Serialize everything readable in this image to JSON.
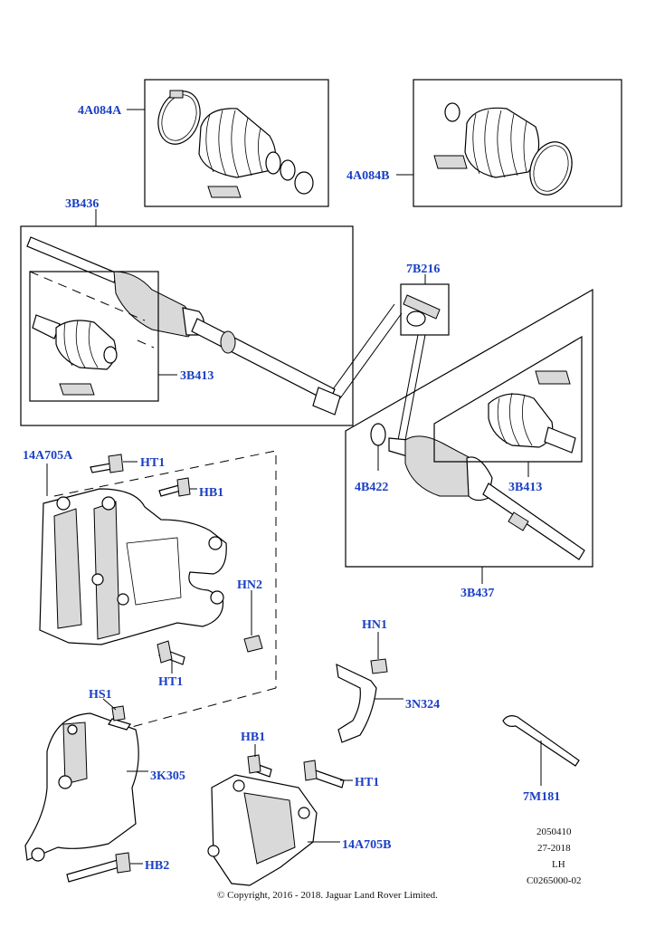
{
  "callouts": {
    "cv_boot_kit_a": "4A084A",
    "cv_boot_kit_b": "4A084B",
    "halfshaft_left": "3B436",
    "grease": "7B216",
    "inner_joint_left": "3B413",
    "inner_joint_right": "3B413",
    "circlip": "4B422",
    "halfshaft_right": "3B437",
    "bracket_a": "14A705A",
    "bolt_ht1_top": "HT1",
    "bolt_hb1_top": "HB1",
    "nut_hn2": "HN2",
    "bolt_ht1_mid": "HT1",
    "nut_hn1": "HN1",
    "heat_shield": "3N324",
    "stud_hs1": "HS1",
    "support_bracket": "3K305",
    "bolt_hb1_lower": "HB1",
    "bolt_ht1_lower": "HT1",
    "bracket_b": "14A705B",
    "bolt_hb2": "HB2",
    "cable_tie": "7M181"
  },
  "meta": {
    "code": "2050410",
    "date": "27-2018",
    "side": "LH",
    "ref": "C0265000-02"
  },
  "copyright": "© Copyright, 2016 - 2018. Jaguar Land Rover Limited."
}
